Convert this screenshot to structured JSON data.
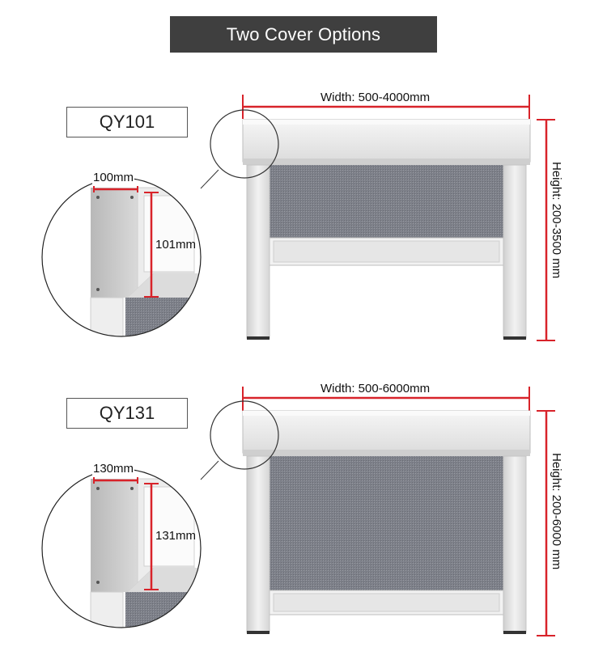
{
  "title": "Two Cover Options",
  "options": [
    {
      "model": "QY101",
      "width_label": "Width: 500-4000mm",
      "height_label": "Height: 200-3500 mm",
      "detail_width_label": "100mm",
      "detail_height_label": "101mm"
    },
    {
      "model": "QY131",
      "width_label": "Width: 500-6000mm",
      "height_label": "Height: 200-6000 mm",
      "detail_width_label": "130mm",
      "detail_height_label": "131mm"
    }
  ],
  "colors": {
    "title_bg": "#3f3f3f",
    "dimension_line": "#d8232a",
    "frame": "#e8e8e8",
    "screen": "#7a7d85"
  }
}
